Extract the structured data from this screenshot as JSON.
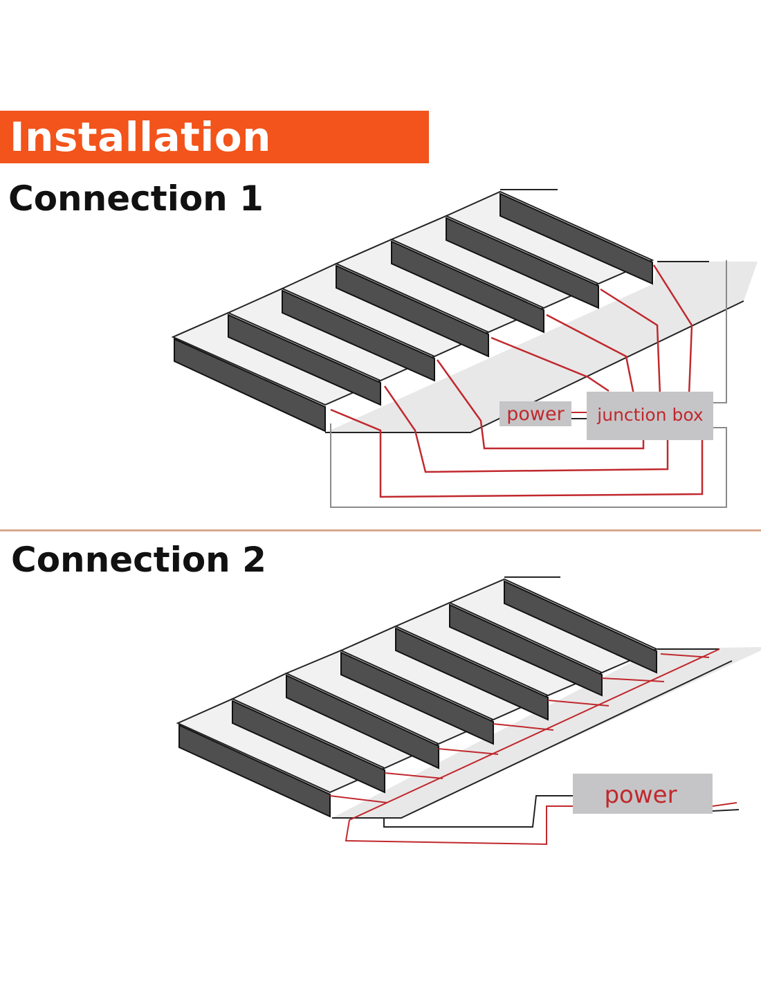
{
  "header": {
    "title": "Installation Method"
  },
  "connection1": {
    "title": "Connection 1",
    "labels": {
      "power": "power",
      "junction_box": "junction box"
    }
  },
  "connection2": {
    "title": "Connection 2",
    "labels": {
      "power": "power"
    }
  },
  "colors": {
    "banner": "#f2541b",
    "wire": "#c0282d",
    "step": "#4a4a4a"
  }
}
